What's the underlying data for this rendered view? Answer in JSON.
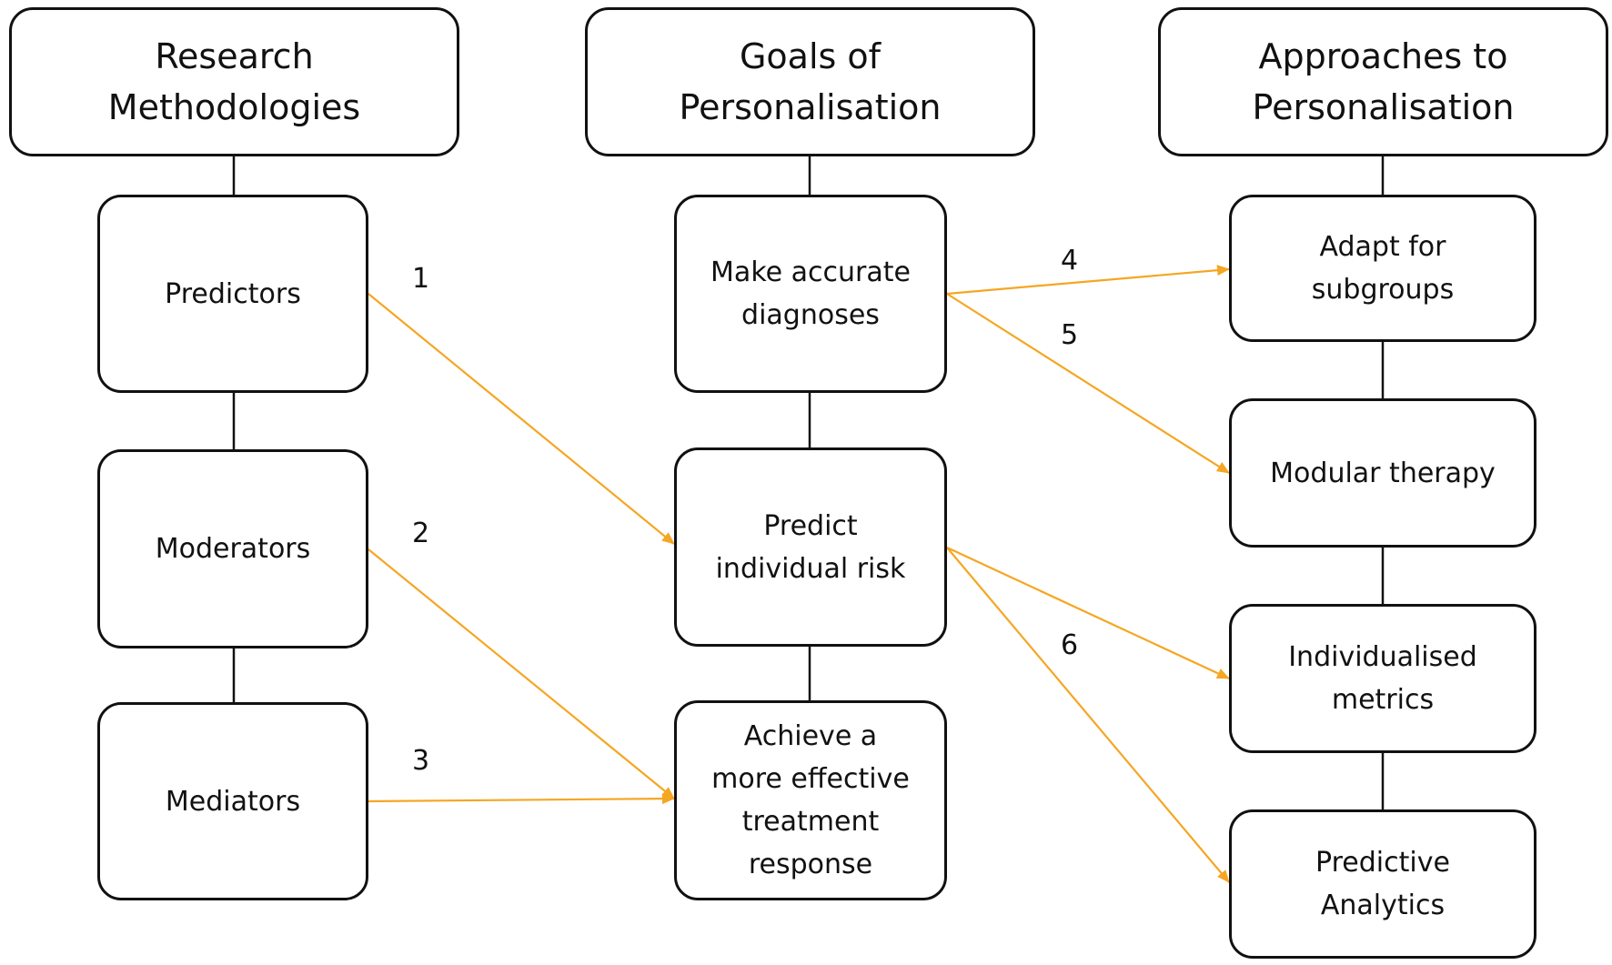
{
  "columns": [
    {
      "header": "Research\nMethodologies",
      "nodes": [
        "Predictors",
        "Moderators",
        "Mediators"
      ]
    },
    {
      "header": "Goals of\nPersonalisation",
      "nodes": [
        "Make accurate\ndiagnoses",
        "Predict\nindividual risk",
        "Achieve a\nmore effective\ntreatment\nresponse"
      ]
    },
    {
      "header": "Approaches to\nPersonalisation",
      "nodes": [
        "Adapt for\nsubgroups",
        "Modular therapy",
        "Individualised\nmetrics",
        "Predictive\nAnalytics"
      ]
    }
  ],
  "links": [
    {
      "label": "1",
      "from": "Predictors",
      "to": "Predict\nindividual risk"
    },
    {
      "label": "2",
      "from": "Moderators",
      "to": "Achieve a\nmore effective\ntreatment\nresponse"
    },
    {
      "label": "3",
      "from": "Mediators",
      "to": "Achieve a\nmore effective\ntreatment\nresponse"
    },
    {
      "label": "4",
      "from": "Make accurate\ndiagnoses",
      "to": "Adapt for\nsubgroups"
    },
    {
      "label": "5",
      "from": "Make accurate\ndiagnoses",
      "to": "Modular therapy"
    },
    {
      "label": "6",
      "from": "Predict\nindividual risk",
      "to": "Individualised\nmetrics"
    },
    {
      "label": "",
      "from": "Predict\nindividual risk",
      "to": "Predictive\nAnalytics"
    }
  ],
  "colors": {
    "arrow": "#F5A623",
    "border": "#111111"
  }
}
